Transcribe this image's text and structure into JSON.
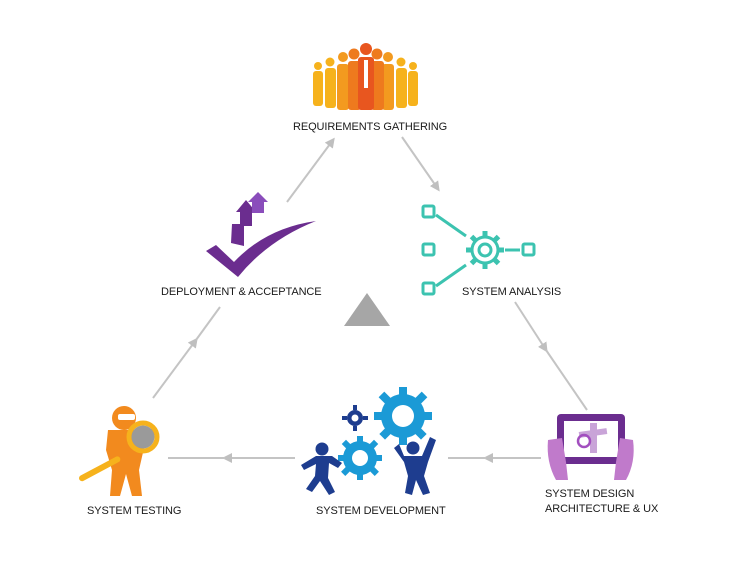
{
  "diagram": {
    "stages": [
      {
        "id": "requirements",
        "label": "REQUIREMENTS GATHERING",
        "icon": "people-group-icon",
        "color": "#f28a1e"
      },
      {
        "id": "analysis",
        "label": "SYSTEM ANALYSIS",
        "icon": "gear-network-icon",
        "color": "#3cc3b0"
      },
      {
        "id": "design",
        "lines": [
          "SYSTEM DESIGN",
          "ARCHITECTURE & UX"
        ],
        "icon": "tablet-design-icon",
        "color": "#8b3d9c"
      },
      {
        "id": "development",
        "label": "SYSTEM DEVELOPMENT",
        "icon": "people-gears-icon",
        "color": "#1b9ad6"
      },
      {
        "id": "testing",
        "label": "SYSTEM TESTING",
        "icon": "magnifier-person-icon",
        "color": "#f28a1e"
      },
      {
        "id": "deployment",
        "label": "DEPLOYMENT & ACCEPTANCE",
        "icon": "checkmark-arrow-icon",
        "color": "#6b2d8f"
      }
    ],
    "colors": {
      "arrow": "#bfbfbf",
      "center_triangle": "#a6a6a6",
      "text": "#1a1a1a"
    }
  }
}
